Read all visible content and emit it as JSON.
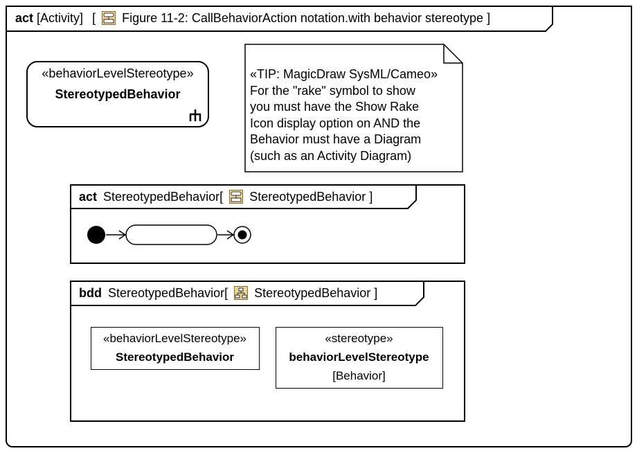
{
  "outer": {
    "keyword": "act",
    "kind": "[Activity]",
    "bracket_open": "[",
    "title": "Figure 11-2: CallBehaviorAction notation.with behavior stereotype",
    "bracket_close": "]"
  },
  "action": {
    "stereotype": "«behaviorLevelStereotype»",
    "name": "StereotypedBehavior"
  },
  "note": {
    "header": "«TIP: MagicDraw SysML/Cameo»",
    "lines": [
      "For the \"rake\" symbol to show",
      "you must have the Show Rake",
      "Icon display option on AND the",
      "Behavior must have a Diagram",
      "(such as an Activity Diagram)"
    ]
  },
  "act_frame": {
    "keyword": "act",
    "name": "StereotypedBehavior",
    "bracket_open": "[",
    "diagram": "StereotypedBehavior",
    "bracket_close": "]"
  },
  "bdd_frame": {
    "keyword": "bdd",
    "name": "StereotypedBehavior",
    "bracket_open": "[",
    "diagram": "StereotypedBehavior",
    "bracket_close": "]"
  },
  "block_behavior": {
    "stereotype": "«behaviorLevelStereotype»",
    "name": "StereotypedBehavior"
  },
  "block_stereotype": {
    "stereotype": "«stereotype»",
    "name": "behaviorLevelStereotype",
    "metaclass": "[Behavior]"
  }
}
